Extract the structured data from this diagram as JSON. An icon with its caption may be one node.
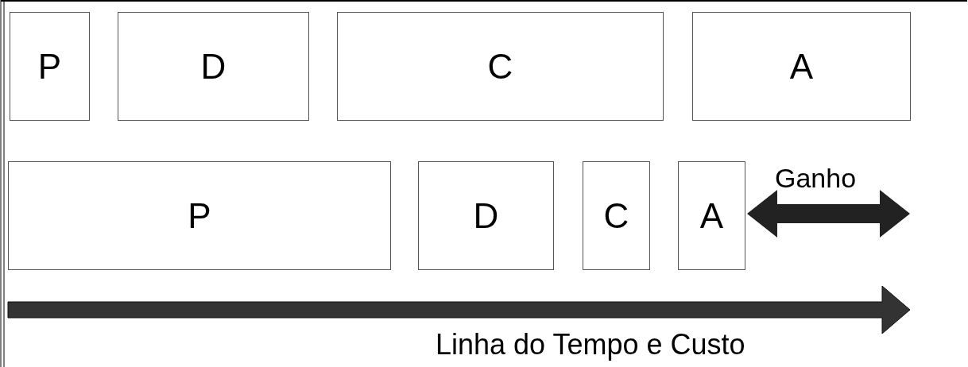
{
  "diagram": {
    "nodes": [
      {
        "text": [
          "P"
        ]
      },
      {
        "text": [
          "D"
        ]
      },
      {
        "text": [
          "C"
        ]
      },
      {
        "text": [
          "A"
        ]
      },
      {
        "text": [
          "P"
        ]
      },
      {
        "text": [
          "D"
        ]
      },
      {
        "text": [
          "C"
        ]
      },
      {
        "text": [
          "A"
        ]
      },
      {
        "text": [
          "Ganho"
        ]
      }
    ],
    "labels": [
      "Linha do Tempo e Custo"
    ]
  }
}
